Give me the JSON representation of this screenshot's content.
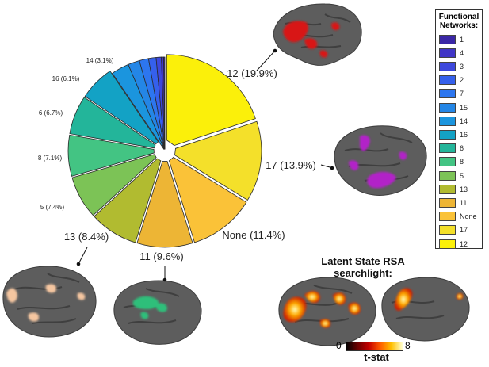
{
  "chart_data": {
    "type": "pie",
    "categories": [
      "12",
      "17",
      "None",
      "11",
      "13",
      "5",
      "8",
      "6",
      "16",
      "14",
      "15",
      "7",
      "2",
      "3",
      "4",
      "1"
    ],
    "values": [
      19.9,
      13.9,
      11.4,
      9.6,
      8.4,
      7.4,
      7.1,
      6.7,
      6.1,
      3.1,
      2.0,
      1.6,
      1.3,
      0.9,
      0.4,
      0.2
    ],
    "colors": [
      "#fbf00a",
      "#f4e02a",
      "#fac238",
      "#edb535",
      "#b1bb30",
      "#7cc356",
      "#43c483",
      "#23b59a",
      "#13a2c5",
      "#1b95de",
      "#2486e6",
      "#2d76ef",
      "#3560ec",
      "#3d48dc",
      "#4035c6",
      "#3a27a6"
    ],
    "slice_labels": {
      "12": "12 (19.9%)",
      "17": "17 (13.9%)",
      "None": "None (11.4%)",
      "11": "11 (9.6%)",
      "13": "13 (8.4%)",
      "5": "5  (7.4%)",
      "8": "8 (7.1%)",
      "6": "6 (6.7%)",
      "16": "16 (6.1%)",
      "14": "14 (3.1%)"
    },
    "legend_title_line1": "Functional",
    "legend_title_line2": "Networks:",
    "legend": [
      "1",
      "4",
      "3",
      "2",
      "7",
      "15",
      "14",
      "16",
      "6",
      "8",
      "5",
      "13",
      "11",
      "None",
      "17",
      "12"
    ],
    "legend_colors": [
      "#3a27a6",
      "#4035c6",
      "#3d48dc",
      "#3560ec",
      "#2d76ef",
      "#2486e6",
      "#1b95de",
      "#13a2c5",
      "#23b59a",
      "#43c483",
      "#7cc356",
      "#b1bb30",
      "#edb535",
      "#fac238",
      "#f4e02a",
      "#fbf00a"
    ],
    "legend_placement": "right",
    "rsa_title_line1": "Latent State RSA",
    "rsa_title_line2": "searchlight:",
    "colorbar": {
      "min": "0",
      "max": "8",
      "label": "t-stat"
    },
    "brain_highlight_colors": {
      "12": "#d81818",
      "17": "#b223c8",
      "13": "#f5c6a0",
      "11": "#2fbf7a"
    }
  }
}
